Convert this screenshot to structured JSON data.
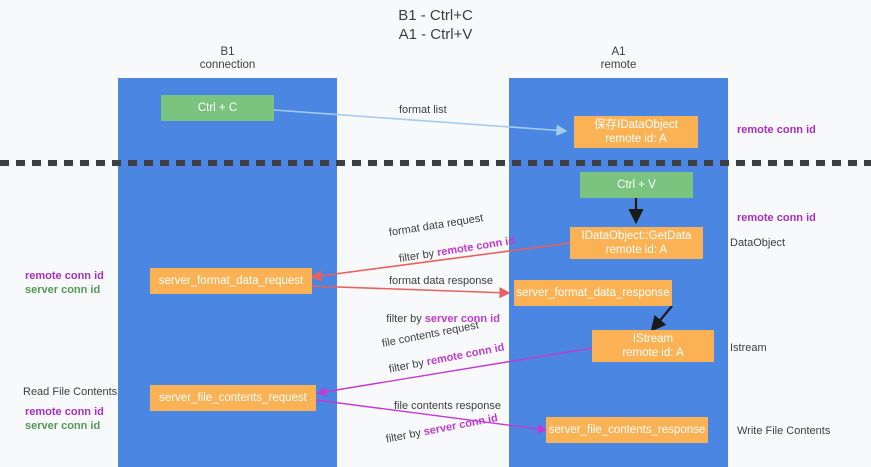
{
  "title": "B1 - Ctrl+C\nA1 - Ctrl+V",
  "columns": {
    "left": {
      "name": "B1",
      "role": "connection",
      "header": "B1\nconnection"
    },
    "right": {
      "name": "A1",
      "role": "remote",
      "header": "A1\nremote"
    }
  },
  "colors": {
    "lane": "#4a86e2",
    "node_green": "#7ac47f",
    "node_orange": "#fbb254",
    "background": "#f8f9fa",
    "remote_conn_id": "#a82fc0",
    "server_conn_id": "#4f9a56",
    "arrow_blue": "#a3cdf0",
    "arrow_black": "#1a1a1a",
    "arrow_red": "#e8615f",
    "arrow_magenta": "#c13ad2",
    "divider": "#3c4043"
  },
  "nodes": {
    "ctrl_c": "Ctrl + C",
    "save_dataobject": "保存IDataObject\nremote id: A",
    "ctrl_v": "Ctrl + V",
    "getdata": "IDataObject::GetData\nremote id: A",
    "server_format_data_request": "server_format_data_request",
    "server_format_data_response": "server_format_data_response",
    "istream": "IStream\nremote id: A",
    "server_file_contents_request": "server_file_contents_request",
    "server_file_contents_response": "server_file_contents_response"
  },
  "edge_labels": {
    "format_list": "format list",
    "format_data_request": "format data request",
    "format_data_request_filter_prefix": "filter by ",
    "format_data_request_filter_key": "remote conn id",
    "format_data_response": "format data response",
    "format_data_response_filter_prefix": "filter by ",
    "format_data_response_filter_key": "server conn id",
    "file_contents_request": "file contents request",
    "file_contents_request_filter_prefix": "filter by ",
    "file_contents_request_filter_key": "remote conn id",
    "file_contents_response": "file contents response",
    "file_contents_response_filter_prefix": "filter by ",
    "file_contents_response_filter_key": "server conn id"
  },
  "annotations": {
    "right_remote_conn_id_top": "remote conn id",
    "right_remote_conn_id_mid": "remote conn id",
    "right_dataobject": "DataObject",
    "right_istream": "Istream",
    "right_write_file_contents": "Write File Contents",
    "left_remote_conn_id_1": "remote conn id",
    "left_server_conn_id_1": "server conn id",
    "left_read_file_contents": "Read File Contents",
    "left_remote_conn_id_2": "remote conn id",
    "left_server_conn_id_2": "server conn id"
  }
}
